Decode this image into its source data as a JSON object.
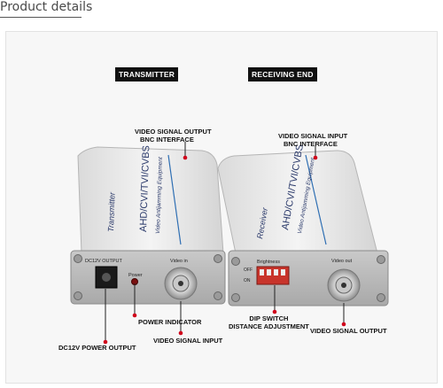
{
  "header": {
    "title": "Product details"
  },
  "photo": {
    "tags": {
      "transmitter": "TRANSMITTER",
      "receiver": "RECEIVING END"
    },
    "transmitter": {
      "model": "AHD/CVI/TVI/CVBS",
      "subtitle": "Video Antijamming Equipment",
      "name": "Transmitter",
      "port_dc": "DC12V OUTPUT",
      "power_led": "Power",
      "video_in": "Video in"
    },
    "receiver": {
      "model": "AHD/CVI/TVI/CVBS",
      "subtitle": "Video Antijamming Equipment",
      "name": "Receiver",
      "brightness": "Brightness",
      "off": "OFF",
      "on": "ON",
      "video_out": "Video out"
    },
    "callouts": {
      "video_output_bnc_line1": "VIDEO SIGNAL OUTPUT",
      "video_output_bnc_line2": "BNC INTERFACE",
      "video_input_bnc_line1": "VIDEO SIGNAL INPUT",
      "video_input_bnc_line2": "BNC INTERFACE",
      "power_indicator": "POWER INDICATOR",
      "dc12v_power_output": "DC12V POWER OUTPUT",
      "video_signal_input": "VIDEO SIGNAL INPUT",
      "dip_switch_line1": "DIP SWITCH",
      "dip_switch_line2": "DISTANCE ADJUSTMENT",
      "video_signal_output": "VIDEO SIGNAL OUTPUT"
    },
    "colors": {
      "callout_dot": "#d0021b",
      "callout_line": "#222222",
      "dip_switch": "#c8342b"
    }
  }
}
